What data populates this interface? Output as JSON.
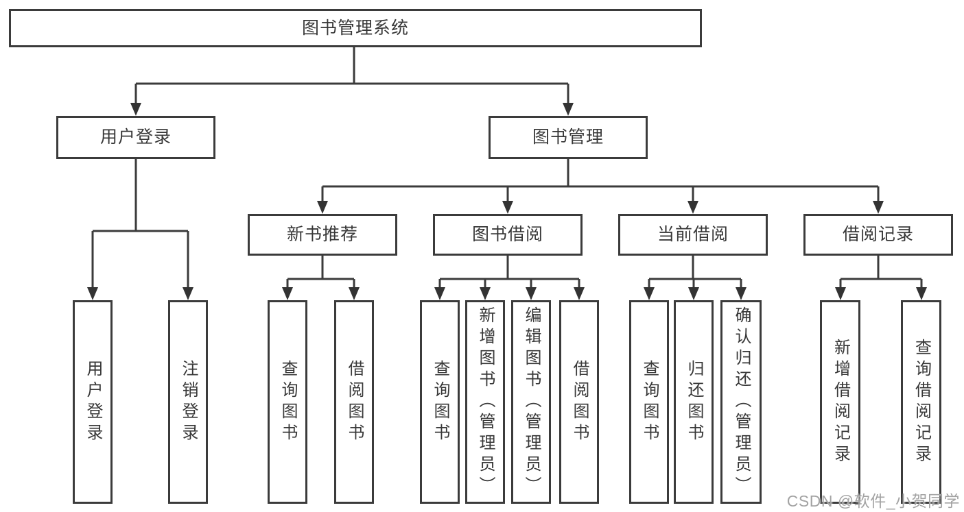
{
  "tree": {
    "label": "图书管理系统",
    "children": [
      {
        "label": "用户登录",
        "children": [
          {
            "label": "用户登录"
          },
          {
            "label": "注销登录"
          }
        ]
      },
      {
        "label": "图书管理",
        "children": [
          {
            "label": "新书推荐",
            "children": [
              {
                "label": "查询图书"
              },
              {
                "label": "借阅图书"
              }
            ]
          },
          {
            "label": "图书借阅",
            "children": [
              {
                "label": "查询图书"
              },
              {
                "label": "新增图书（管理员）"
              },
              {
                "label": "编辑图书（管理员）"
              },
              {
                "label": "借阅图书"
              }
            ]
          },
          {
            "label": "当前借阅",
            "children": [
              {
                "label": "查询图书"
              },
              {
                "label": "归还图书"
              },
              {
                "label": "确认归还（管理员）"
              }
            ]
          },
          {
            "label": "借阅记录",
            "children": [
              {
                "label": "新增借阅记录"
              },
              {
                "label": "查询借阅记录"
              }
            ]
          }
        ]
      }
    ]
  },
  "watermark": "CSDN @软件_小贺同学",
  "colors": {
    "line": "#3b3b3b",
    "text": "#383838",
    "watermark": "#a3a3a3",
    "background": "#ffffff"
  }
}
